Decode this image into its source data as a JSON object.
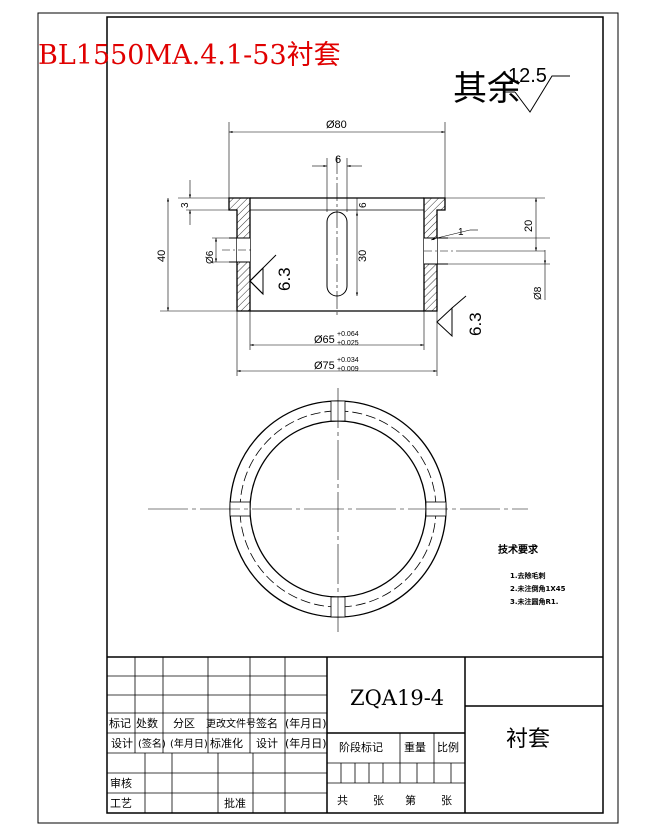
{
  "header_title": "BL1550MA.4.1-53衬套",
  "roughness_other": {
    "label": "其余",
    "value": "12.5"
  },
  "dimensions": {
    "d80": "Ø80",
    "w6": "6",
    "h6": "6",
    "h3": "3",
    "h40": "40",
    "h20": "20",
    "h30": "30",
    "d6": "Ø6",
    "d8": "Ø8",
    "chamfer": "1",
    "d65": "Ø65",
    "d65_tol_up": "+0.064",
    "d65_tol_low": "+0.025",
    "d75": "Ø75",
    "d75_tol_up": "+0.034",
    "d75_tol_low": "+0.009"
  },
  "roughness_marks": [
    "6.3",
    "6.3"
  ],
  "tech_req": {
    "title": "技术要求",
    "items": [
      "1.去除毛刺",
      "2.未注倒角1X45",
      "3.未注圆角R1."
    ]
  },
  "title_block": {
    "drawing_no": "ZQA19-4",
    "part_name": "衬套",
    "row_labels_1": [
      "标记",
      "处数",
      "分区",
      "更改文件号",
      "签名",
      "(年月日)"
    ],
    "row_labels_2": [
      "设计",
      "(签名)",
      "(年月日)",
      "标准化",
      "设计",
      "(年月日)"
    ],
    "stage_labels": [
      "阶段标记",
      "重量",
      "比例"
    ],
    "check": "审核",
    "process": "工艺",
    "approve": "批准",
    "sheet_labels": [
      "共",
      "张",
      "第",
      "张"
    ]
  }
}
